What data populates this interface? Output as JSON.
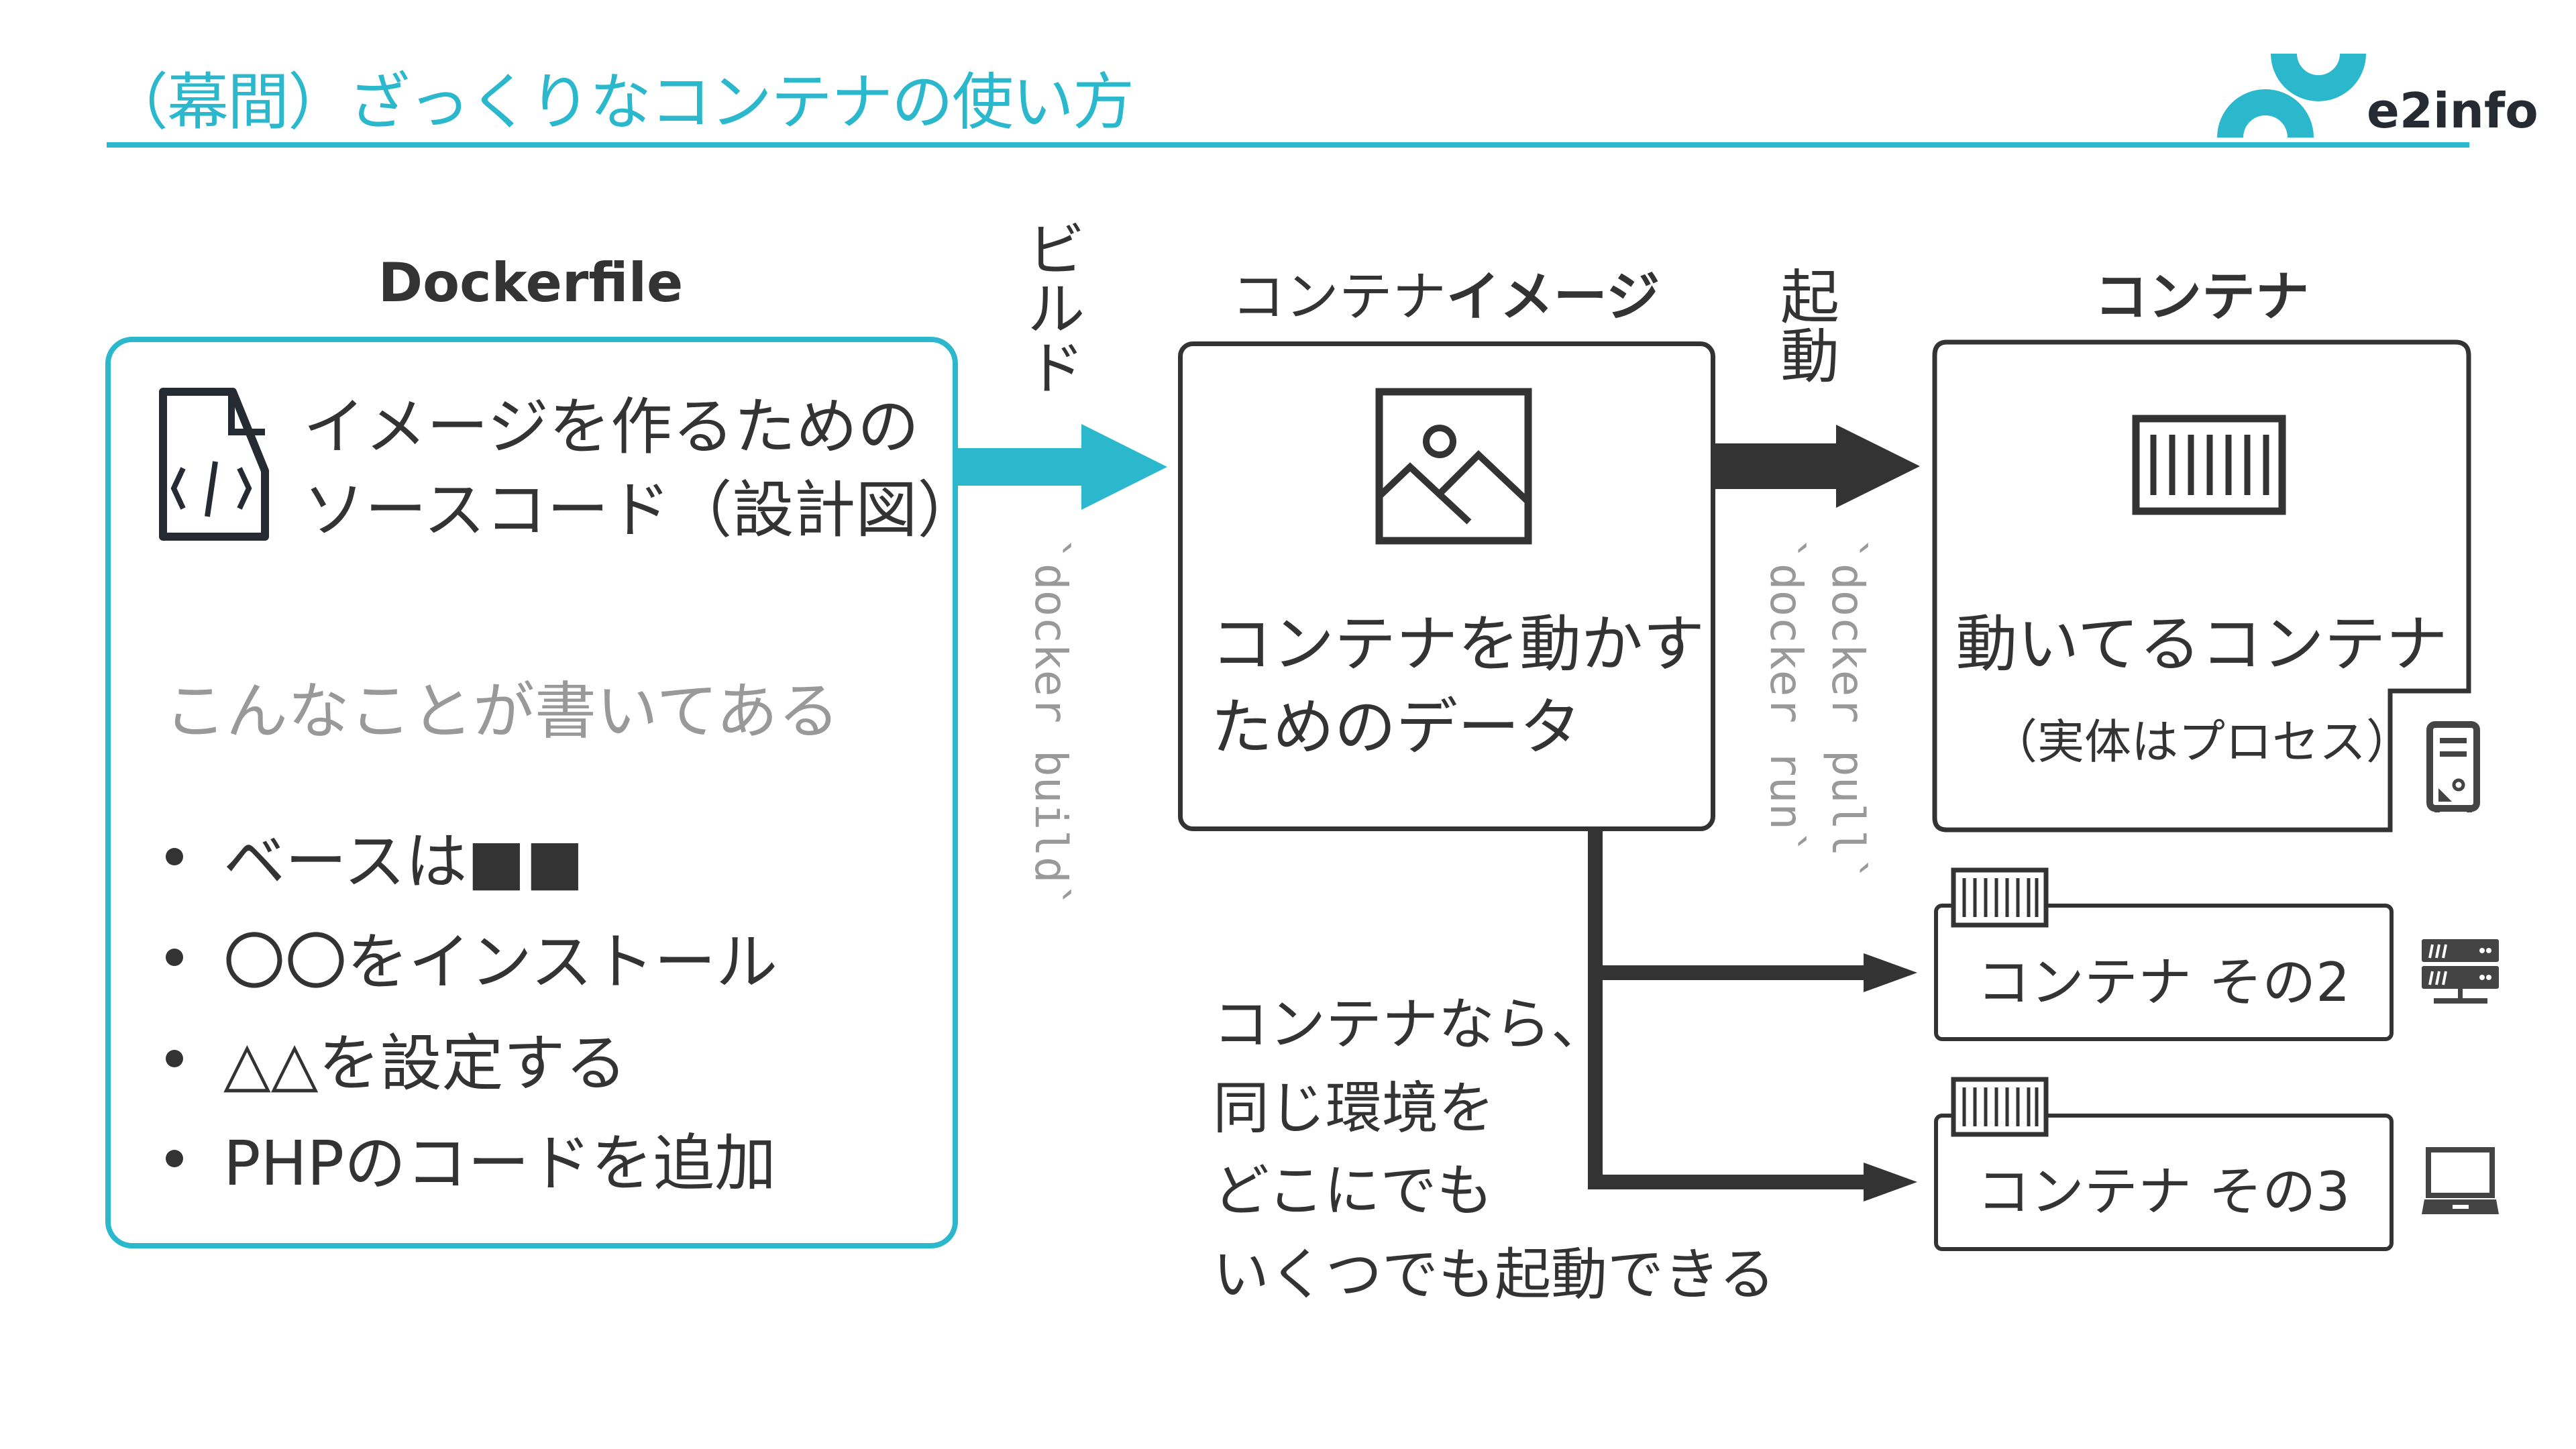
{
  "header": {
    "title": "（幕間）ざっくりなコンテナの使い方",
    "logo_text": "e2info",
    "accent_color": "#2bb8cc"
  },
  "dockerfile": {
    "label": "Dockerfile",
    "icon": "code-file-icon",
    "description_line1": "イメージを作るための",
    "description_line2": "ソースコード（設計図）",
    "subheading": "こんなことが書いてある",
    "bullets": [
      "ベースは■■",
      "〇〇をインストール",
      "△△を設定する",
      "PHPのコードを追加"
    ]
  },
  "build_arrow": {
    "label": "ビルド",
    "command": "`docker build`",
    "color": "#2bb8cc"
  },
  "image": {
    "label_normal": "コンテナ",
    "label_bold": "イメージ",
    "icon": "image-icon",
    "description_line1": "コンテナを動かす",
    "description_line2": "ためのデータ"
  },
  "run_arrow": {
    "label": "起動",
    "commands": [
      "`docker pull`",
      "`docker run`"
    ],
    "color": "#333333"
  },
  "container": {
    "label": "コンテナ",
    "icon": "shipping-container-icon",
    "description": "動いてるコンテナ",
    "note": "（実体はプロセス）",
    "host_icon": "desktop-tower-icon"
  },
  "other_containers": [
    {
      "label": "コンテナ その2",
      "host_icon": "server-rack-icon"
    },
    {
      "label": "コンテナ その3",
      "host_icon": "laptop-icon"
    }
  ],
  "note": {
    "lines": [
      "コンテナなら、",
      "同じ環境を",
      "どこにでも",
      "いくつでも起動できる"
    ]
  }
}
